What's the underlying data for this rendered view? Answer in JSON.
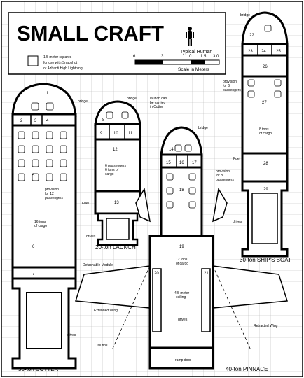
{
  "title": "SMALL CRAFT",
  "legend": {
    "square_note": [
      "1.5 meter squares",
      "for use with Snapshot",
      "or Azhanti High Lightning"
    ],
    "typical_human": "Typical Human",
    "scale_ticks": [
      "6",
      "3",
      "0",
      "1.5",
      "3.0"
    ],
    "scale_caption": "Scale in Meters"
  },
  "cutter": {
    "caption": "50-ton CUTTER",
    "bridge": "bridge",
    "rooms": [
      "1",
      "2",
      "3",
      "4",
      "5",
      "6",
      "7"
    ],
    "notes": [
      "provision",
      "for 12",
      "passengers",
      "16 tons",
      "of cargo"
    ],
    "drives": "drives"
  },
  "launch": {
    "caption": "20-ton LAUNCH",
    "bridge": "bridge",
    "rooms": [
      "8",
      "9",
      "10",
      "11",
      "12",
      "13"
    ],
    "notes": [
      "6 passengers",
      "6 tons of",
      "cargo"
    ],
    "fuel": "Fuel",
    "drives": "drives",
    "carry_note": [
      "launch can",
      "be carried",
      "in Cutter"
    ]
  },
  "pinnace": {
    "caption": "40-ton PINNACE",
    "bridge": "bridge",
    "rooms": [
      "14",
      "15",
      "16",
      "17",
      "18",
      "19",
      "20",
      "21"
    ],
    "notes": [
      "provision",
      "for 8",
      "passengers",
      "12 tons",
      "of cargo",
      "4.5 meter",
      "ceiling"
    ],
    "module": "Detachable Module",
    "extended_wing": "Extended Wing",
    "retracted_wing": "Retracted Wing",
    "tail_fins": "tail fins",
    "ramp_door": "ramp door",
    "drives": "drives"
  },
  "boat": {
    "caption": "30-ton SHIP'S BOAT",
    "bridge": "bridge",
    "rooms": [
      "22",
      "23",
      "24",
      "25",
      "26",
      "27",
      "28",
      "29"
    ],
    "notes": [
      "provision",
      "for 6",
      "passengers",
      "8 tons",
      "of cargo"
    ],
    "fuel": "Fuel",
    "drives": "drives"
  }
}
